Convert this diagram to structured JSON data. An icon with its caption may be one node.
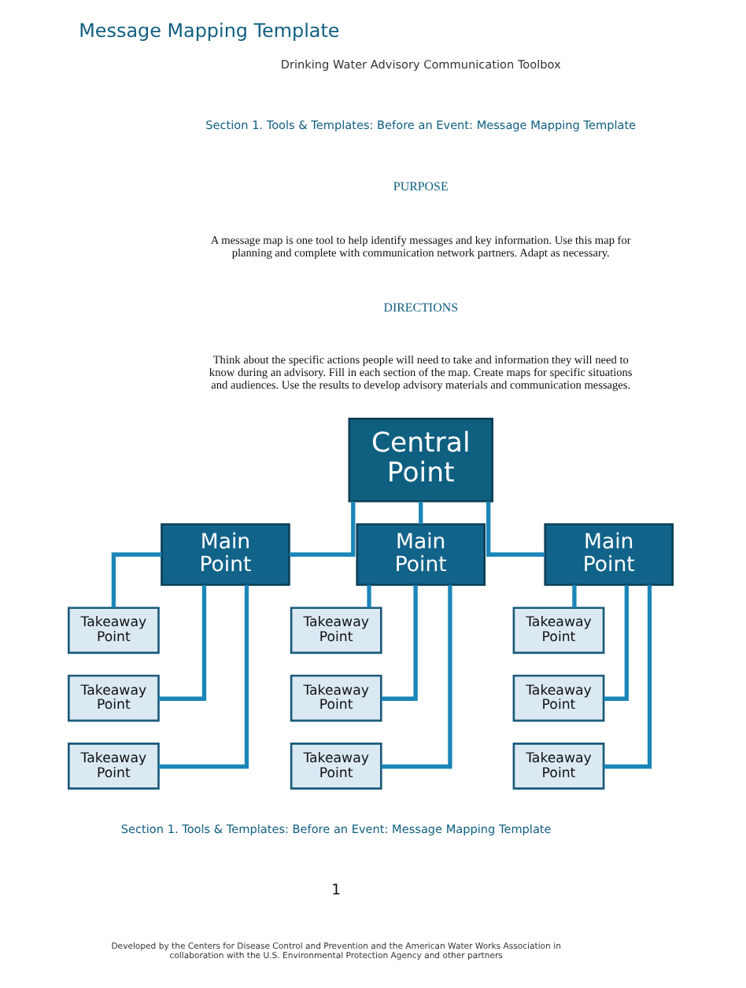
{
  "diagram": {
    "title": "Message Mapping Template",
    "nodes": [
      {
        "text": [
          "Central Point"
        ]
      },
      {
        "text": [
          "Main Point"
        ]
      },
      {
        "text": [
          "Main Point"
        ]
      },
      {
        "text": [
          "Main Point"
        ]
      },
      {
        "text": [
          "Takeaway Point"
        ]
      },
      {
        "text": [
          "Takeaway Point"
        ]
      },
      {
        "text": [
          "Takeaway Point"
        ]
      },
      {
        "text": [
          "Takeaway Point"
        ]
      },
      {
        "text": [
          "Takeaway Point"
        ]
      },
      {
        "text": [
          "Takeaway Point"
        ]
      },
      {
        "text": [
          "Takeaway Point"
        ]
      },
      {
        "text": [
          "Takeaway Point"
        ]
      },
      {
        "text": [
          "Takeaway Point"
        ]
      }
    ],
    "edges": [
      {
        "from": 0,
        "to": 1,
        "arrow": "none"
      },
      {
        "from": 0,
        "to": 2,
        "arrow": "none"
      },
      {
        "from": 0,
        "to": 3,
        "arrow": "none"
      },
      {
        "from": 1,
        "to": 4,
        "arrow": "none"
      },
      {
        "from": 1,
        "to": 5,
        "arrow": "none"
      },
      {
        "from": 1,
        "to": 6,
        "arrow": "none"
      },
      {
        "from": 2,
        "to": 7,
        "arrow": "none"
      },
      {
        "from": 2,
        "to": 8,
        "arrow": "none"
      },
      {
        "from": 2,
        "to": 9,
        "arrow": "none"
      },
      {
        "from": 3,
        "to": 10,
        "arrow": "none"
      },
      {
        "from": 3,
        "to": 11,
        "arrow": "none"
      },
      {
        "from": 3,
        "to": 12,
        "arrow": "none"
      }
    ],
    "labels": [
      "Drinking Water Advisory Communication Toolbox",
      "Section 1. Tools & Templates: Before an Event: Message Mapping Template",
      "PURPOSE",
      "A message map is one tool to help identify messages and key information. Use this map for planning and complete with communication network partners. Adapt as necessary.",
      "DIRECTIONS",
      "Think about the specific actions people will need to take and information they will need to know during an advisory. Fill in each section of the map. Create maps for specific situations and audiences. Use the results to develop advisory materials and communication messages.",
      "Section 1. Tools & Templates: Before an Event: Message Mapping Template",
      "1",
      "Developed by the Centers for Disease Control and Prevention and the American Water Works Association in collaboration with the U.S. Environmental Protection Agency and other partners"
    ]
  }
}
